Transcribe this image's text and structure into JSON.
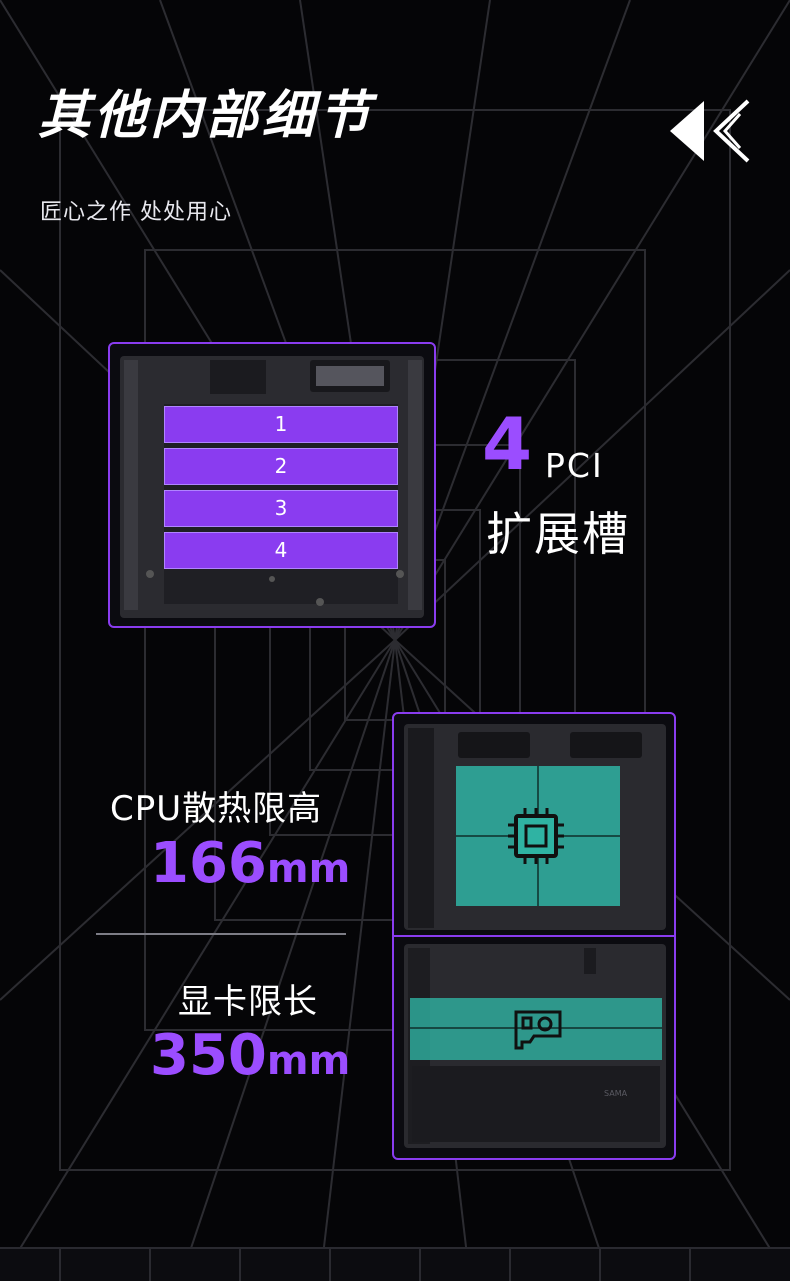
{
  "header": {
    "title": "其他内部细节",
    "subtitle": "匠心之作 处处用心",
    "nav_icon": "double-chevron-left-icon"
  },
  "pci_section": {
    "slots": [
      "1",
      "2",
      "3",
      "4"
    ],
    "count": "4",
    "unit_label": "PCI",
    "description": "扩展槽",
    "slot_color": "#8a3cf0"
  },
  "specs": {
    "cpu": {
      "label": "CPU散热限高",
      "value": "166",
      "unit": "mm",
      "icon": "cpu-chip-icon"
    },
    "gpu": {
      "label": "显卡限长",
      "value": "350",
      "unit": "mm",
      "icon": "graphics-card-icon"
    }
  },
  "chassis_brand": "SAMA",
  "colors": {
    "accent": "#8a3cf0",
    "accent_text": "#9b4dff",
    "highlight_teal": "#2fb3a3",
    "background": "#050507"
  }
}
